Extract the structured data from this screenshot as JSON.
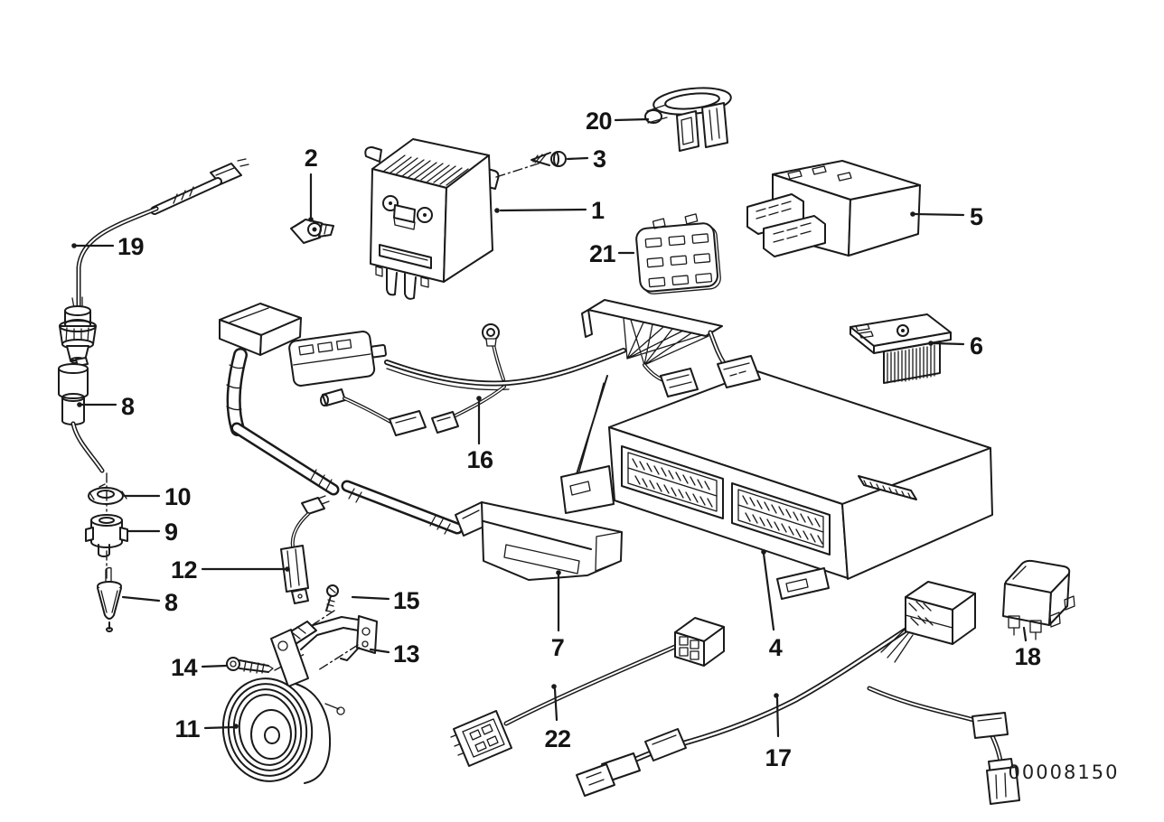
{
  "figure": {
    "id_code": "00008150"
  },
  "colors": {
    "background": "#ffffff",
    "ink": "#1a1a1a"
  },
  "callouts": [
    {
      "label": "1"
    },
    {
      "label": "2"
    },
    {
      "label": "3"
    },
    {
      "label": "4"
    },
    {
      "label": "5"
    },
    {
      "label": "6"
    },
    {
      "label": "7"
    },
    {
      "label": "8"
    },
    {
      "label": "8"
    },
    {
      "label": "9"
    },
    {
      "label": "10"
    },
    {
      "label": "11"
    },
    {
      "label": "12"
    },
    {
      "label": "13"
    },
    {
      "label": "14"
    },
    {
      "label": "15"
    },
    {
      "label": "16"
    },
    {
      "label": "17"
    },
    {
      "label": "18"
    },
    {
      "label": "19"
    },
    {
      "label": "20"
    },
    {
      "label": "21"
    },
    {
      "label": "22"
    }
  ]
}
